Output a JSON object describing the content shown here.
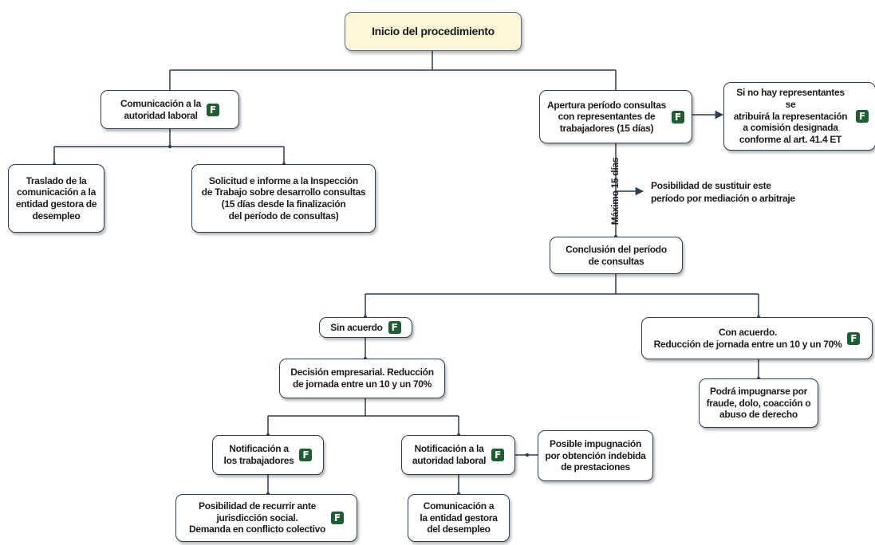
{
  "badge": "F",
  "nodes": {
    "start": "Inicio del procedimiento",
    "comunicacion": "Comunicación a la\nautoridad laboral",
    "apertura": "Apertura período consultas\ncon representantes de\ntrabajadores (15 días)",
    "sin_representantes": "Si no hay representantes se\natribuirá la representación\na comisión designada\nconforme al art. 41.4 ET",
    "traslado": "Traslado de la\ncomunicación a la\nentidad gestora de\ndesempleo",
    "solicitud": "Solicitud e informe a la Inspección\nde Trabajo sobre desarrollo consultas\n(15 días desde la finalización\ndel período de consultas)",
    "conclusion": "Conclusión del período\nde consultas",
    "sin_acuerdo": "Sin acuerdo",
    "con_acuerdo": "Con acuerdo.\nReducción de jornada entre un 10 y un 70%",
    "decision": "Decisión empresarial. Reducción\nde jornada entre un 10 y un 70%",
    "podra_impugnarse": "Podrá impugnarse por\nfraude, dolo, coacción o\nabuso de derecho",
    "notif_trabajadores": "Notificación a\nlos trabajadores",
    "notif_autoridad": "Notificación a la\nautoridad laboral",
    "posible_impugnacion": "Posible impugnación\npor obtención indebida\nde prestaciones",
    "recurrir": "Posibilidad de recurrir ante\njurisdicción social.\nDemanda en conflicto colectivo",
    "comunicacion_entidad": "Comunicación a\nla entidad gestora\ndel desempleo"
  },
  "annotations": {
    "maximo": "Máximo 15 días",
    "sustituir": "Posibilidad de sustituir este\nperíodo por mediación o arbitraje"
  },
  "colors": {
    "line": "#2f3d50",
    "badge": "#1f5e33",
    "start_fill": "#fdf6d8"
  }
}
